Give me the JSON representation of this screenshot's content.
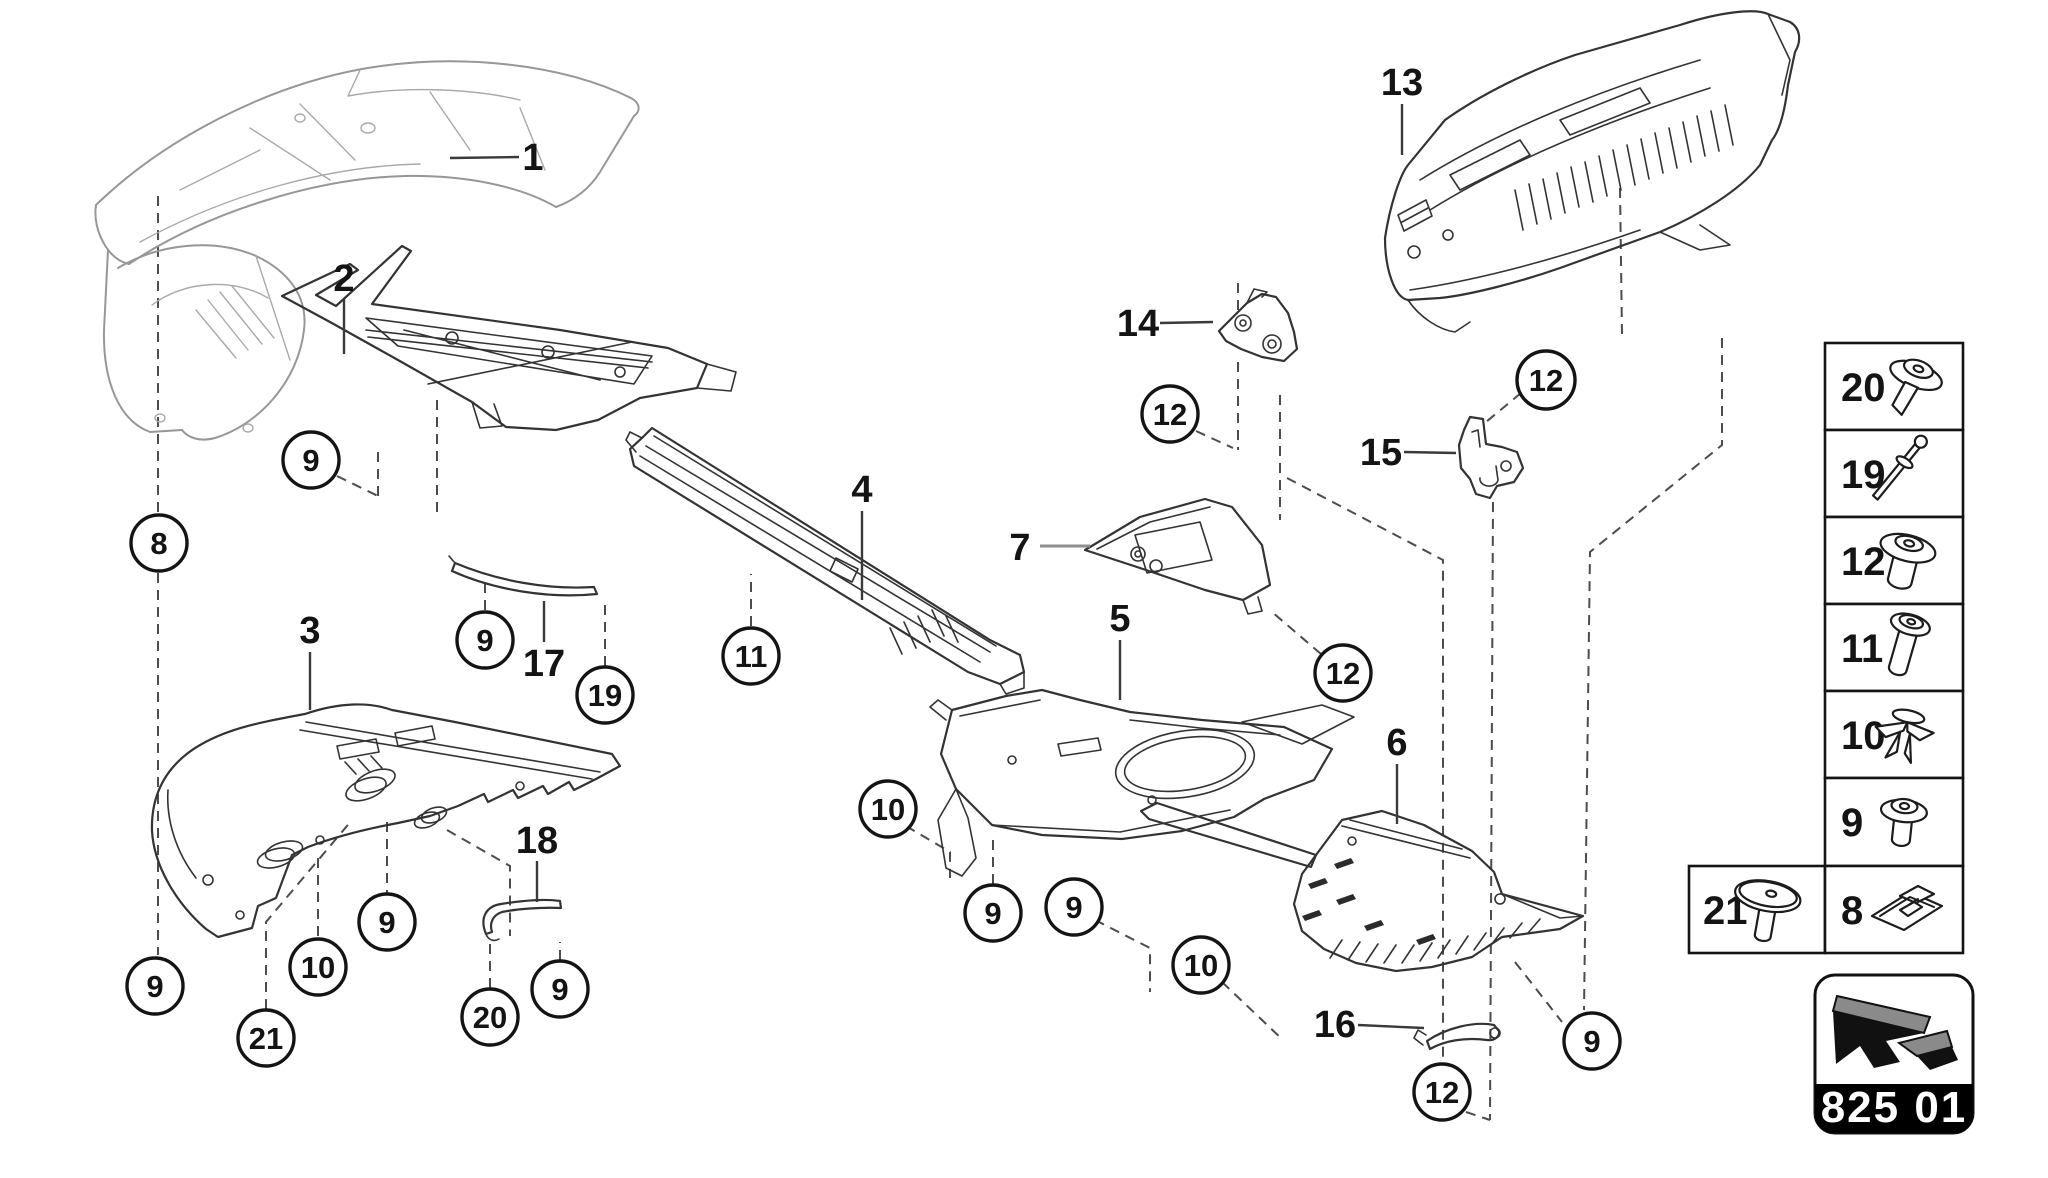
{
  "badge": {
    "code": "825 01",
    "icon": "section-arrow-icon"
  },
  "part_labels": [
    {
      "num": "1"
    },
    {
      "num": "2"
    },
    {
      "num": "3"
    },
    {
      "num": "4"
    },
    {
      "num": "5"
    },
    {
      "num": "6"
    },
    {
      "num": "7"
    },
    {
      "num": "13"
    },
    {
      "num": "14"
    },
    {
      "num": "15"
    },
    {
      "num": "16"
    },
    {
      "num": "17"
    },
    {
      "num": "18"
    }
  ],
  "callouts": [
    {
      "num": "9"
    },
    {
      "num": "8"
    },
    {
      "num": "9"
    },
    {
      "num": "19"
    },
    {
      "num": "11"
    },
    {
      "num": "12"
    },
    {
      "num": "12"
    },
    {
      "num": "12"
    },
    {
      "num": "10"
    },
    {
      "num": "9"
    },
    {
      "num": "9"
    },
    {
      "num": "10"
    },
    {
      "num": "9"
    },
    {
      "num": "9"
    },
    {
      "num": "21"
    },
    {
      "num": "20"
    },
    {
      "num": "9"
    },
    {
      "num": "10"
    },
    {
      "num": "12"
    },
    {
      "num": "9"
    }
  ],
  "legend": {
    "rows": [
      {
        "num": "20",
        "icon": "flanged-screw-icon"
      },
      {
        "num": "19",
        "icon": "blind-rivet-icon"
      },
      {
        "num": "12",
        "icon": "washer-screw-icon"
      },
      {
        "num": "11",
        "icon": "long-screw-icon"
      },
      {
        "num": "10",
        "icon": "expander-clip-icon"
      },
      {
        "num": "9",
        "icon": "short-screw-icon"
      }
    ],
    "extra": [
      {
        "num": "21",
        "icon": "push-pin-icon"
      },
      {
        "num": "8",
        "icon": "clip-nut-icon"
      }
    ]
  }
}
